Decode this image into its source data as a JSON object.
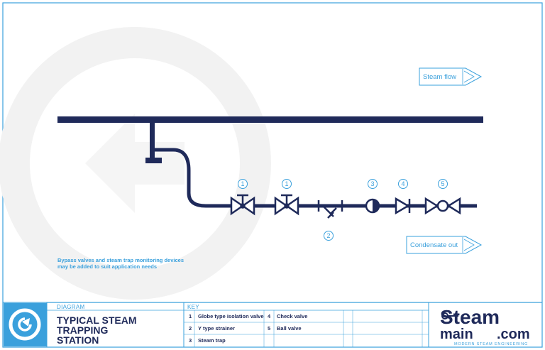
{
  "colors": {
    "navy": "#1f2a5a",
    "accent": "#3aa0dc",
    "border": "#3aa0dc",
    "watermark": "#f3f3f3"
  },
  "labels": {
    "steam_flow": "Steam flow",
    "condensate_out": "Condensate out"
  },
  "note": {
    "line1": "Bypass valves and steam trap monitoring devices",
    "line2": "may be added to suit application needs"
  },
  "callouts": [
    "1",
    "1",
    "3",
    "4",
    "5",
    "2"
  ],
  "footer": {
    "diagram_label": "DIAGRAM",
    "title_lines": [
      "TYPICAL STEAM",
      "TRAPPING",
      "STATION"
    ],
    "key_label": "KEY",
    "key_items": [
      {
        "num": "1",
        "text": "Globe type isolation valve"
      },
      {
        "num": "2",
        "text": "Y type strainer"
      },
      {
        "num": "3",
        "text": "Steam trap"
      },
      {
        "num": "4",
        "text": "Check valve"
      },
      {
        "num": "5",
        "text": "Ball valve"
      }
    ]
  },
  "brand": {
    "name_top": "Steam",
    "name_bottom": "main",
    "suffix": ".com",
    "tagline": "MODERN STEAM ENGINEERING"
  },
  "icons": [
    "footer-logo-icon",
    "watermark-icon"
  ]
}
